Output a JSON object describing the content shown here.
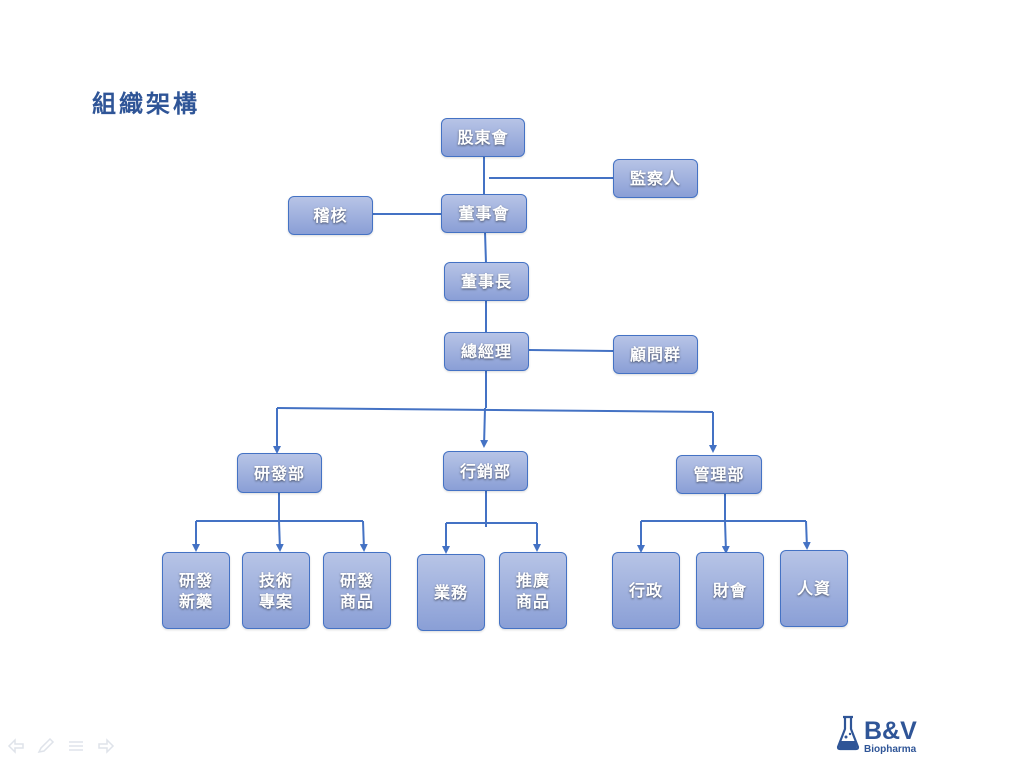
{
  "title": "組織架構",
  "nodes": {
    "shareholders": "股東會",
    "supervisor": "監察人",
    "board": "董事會",
    "audit": "稽核",
    "chairman": "董事長",
    "gm": "總經理",
    "advisors": "顧問群",
    "rd": "研發部",
    "sales_mkt": "行銷部",
    "admin": "管理部",
    "rd_new_drug": "研發\n新藥",
    "tech_project": "技術\n專案",
    "rd_products": "研發\n商品",
    "business": "業務",
    "promo_products": "推廣\n商品",
    "administration": "行政",
    "finance": "財會",
    "hr": "人資"
  },
  "logo": {
    "main": "B&V",
    "sub": "Biopharma"
  },
  "colors": {
    "title": "#2f5597",
    "line": "#4472c4"
  }
}
